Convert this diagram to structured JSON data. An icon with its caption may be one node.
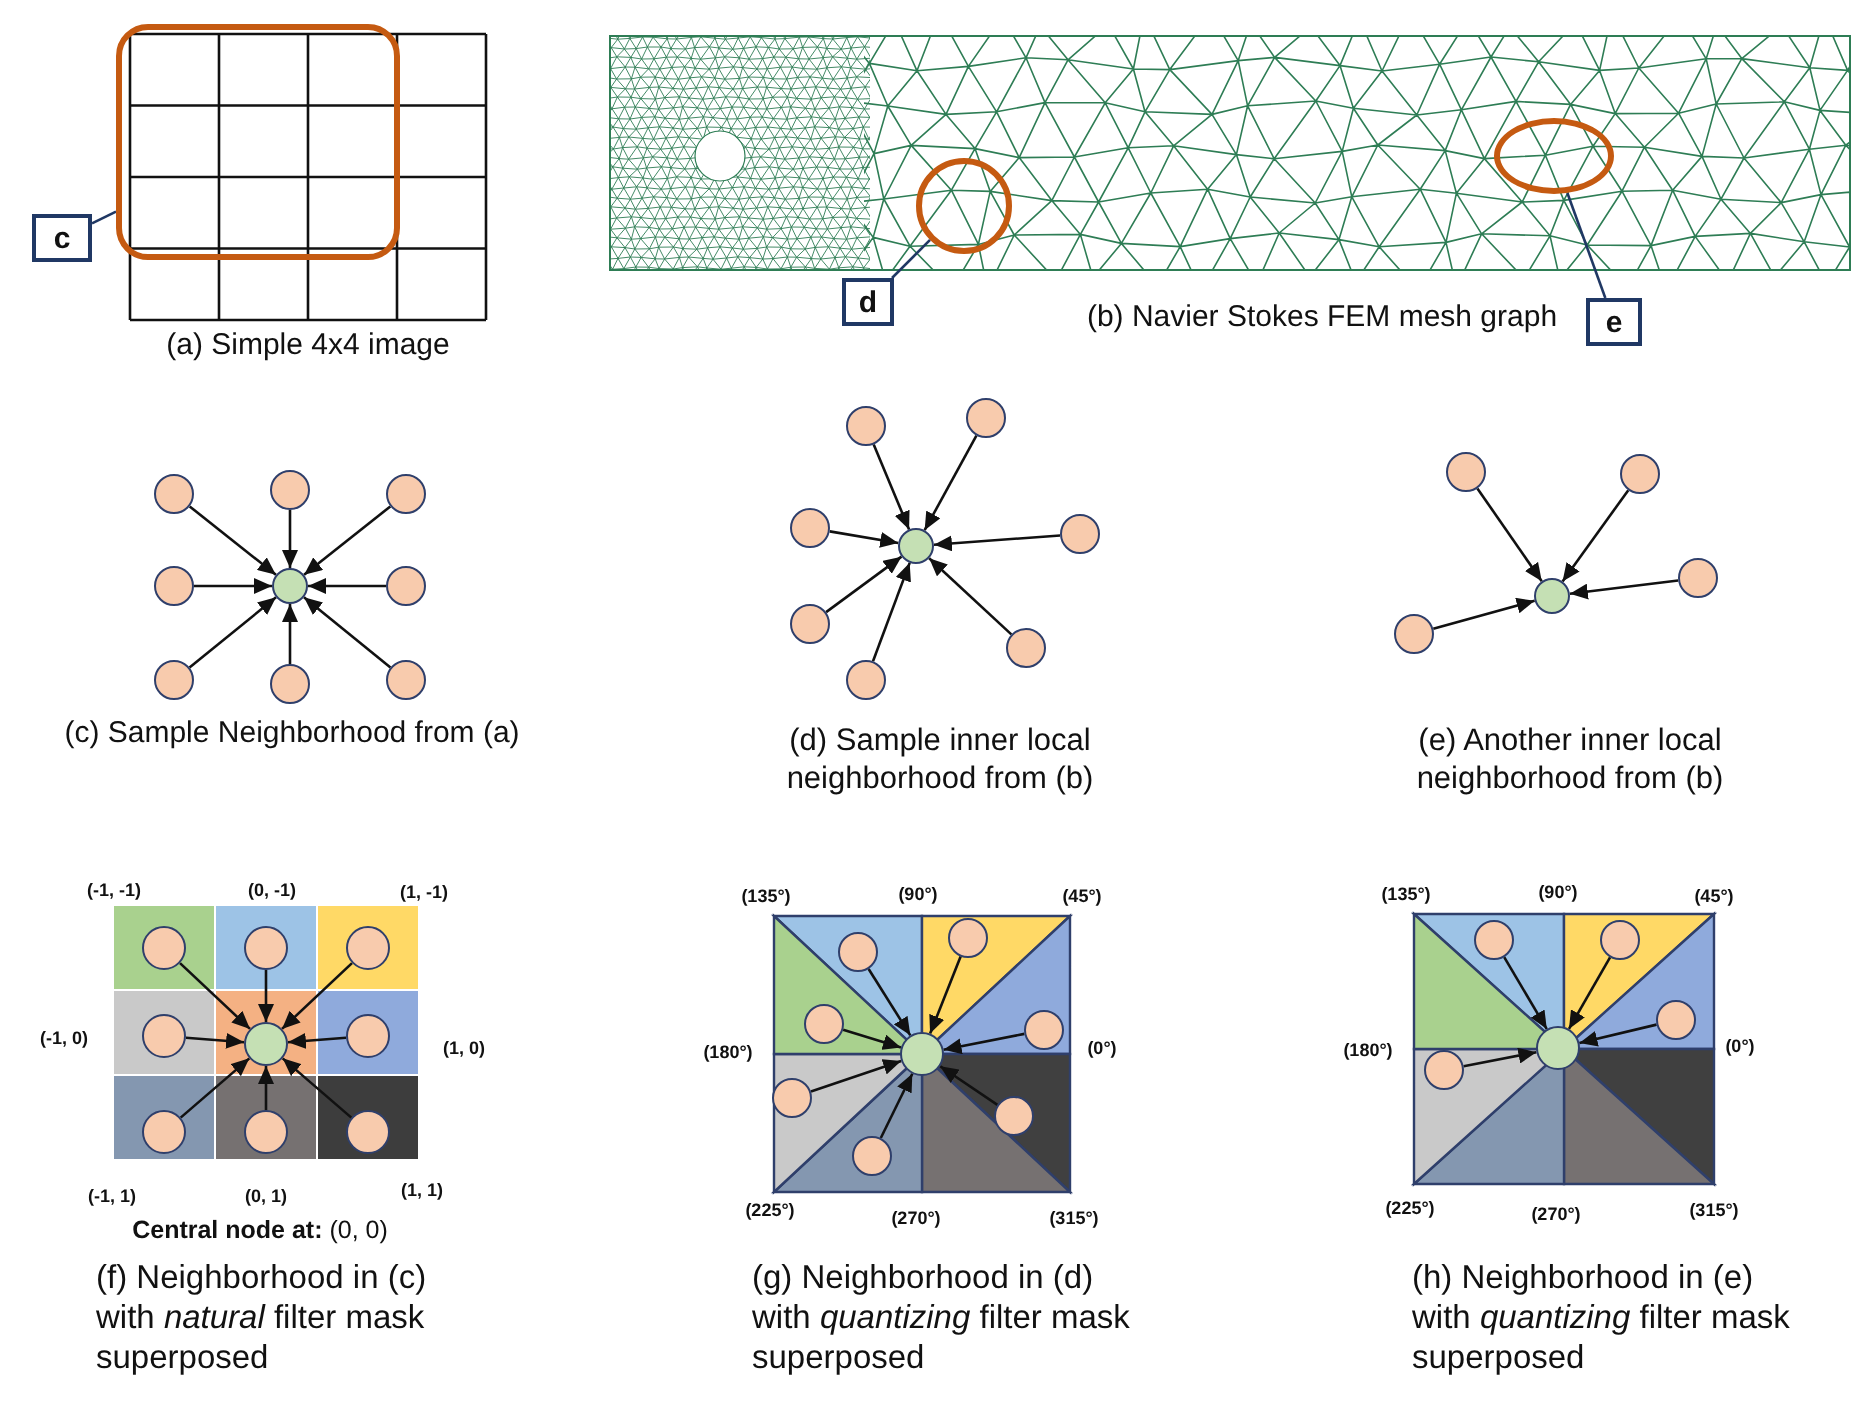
{
  "diagram": {
    "nodes": [
      {
        "text": [
          "c"
        ]
      },
      {
        "text": [],
        "shape": "box"
      },
      {
        "text": [
          "d"
        ]
      },
      {
        "text": [],
        "shape": "ellipse"
      },
      {
        "text": [
          "e"
        ]
      },
      {
        "text": [],
        "shape": "ellipse"
      },
      {
        "text": [],
        "shape": "circle"
      },
      {
        "text": [],
        "shape": "circle"
      },
      {
        "text": [],
        "shape": "circle"
      },
      {
        "text": [],
        "shape": "circle"
      },
      {
        "text": [],
        "shape": "circle"
      },
      {
        "text": [],
        "shape": "circle"
      },
      {
        "text": [],
        "shape": "circle"
      },
      {
        "text": [],
        "shape": "circle"
      },
      {
        "text": [],
        "shape": "circle"
      },
      {
        "text": [],
        "shape": "circle"
      },
      {
        "text": [],
        "shape": "circle"
      },
      {
        "text": [],
        "shape": "circle"
      },
      {
        "text": [],
        "shape": "circle"
      },
      {
        "text": [],
        "shape": "circle"
      },
      {
        "text": [],
        "shape": "circle"
      },
      {
        "text": [],
        "shape": "circle"
      },
      {
        "text": [],
        "shape": "circle"
      },
      {
        "text": [],
        "shape": "circle"
      },
      {
        "text": [],
        "shape": "circle"
      },
      {
        "text": [],
        "shape": "circle"
      },
      {
        "text": [],
        "shape": "circle"
      },
      {
        "text": [],
        "shape": "circle"
      },
      {
        "text": [],
        "shape": "circle"
      },
      {
        "text": [],
        "shape": "circle"
      },
      {
        "text": [],
        "shape": "circle"
      },
      {
        "text": [],
        "shape": "circle"
      },
      {
        "text": [],
        "shape": "circle"
      },
      {
        "text": [],
        "shape": "circle"
      },
      {
        "text": [],
        "shape": "circle"
      },
      {
        "text": [],
        "shape": "circle"
      },
      {
        "text": [],
        "shape": "circle"
      },
      {
        "text": [],
        "shape": "circle"
      },
      {
        "text": [],
        "shape": "circle"
      },
      {
        "text": [],
        "shape": "circle"
      },
      {
        "text": [],
        "shape": "circle"
      },
      {
        "text": [],
        "shape": "circle"
      },
      {
        "text": [],
        "shape": "circle"
      },
      {
        "text": [],
        "shape": "circle"
      },
      {
        "text": [],
        "shape": "circle"
      },
      {
        "text": [],
        "shape": "circle"
      },
      {
        "text": [],
        "shape": "circle"
      },
      {
        "text": [],
        "shape": "circle"
      },
      {
        "text": [],
        "shape": "circle"
      },
      {
        "text": [],
        "shape": "circle"
      }
    ],
    "edges": [
      {
        "from": 0,
        "to": 1,
        "arrow": "none",
        "color": "#203864"
      },
      {
        "from": 2,
        "to": 3,
        "arrow": "none",
        "color": "#203864"
      },
      {
        "from": 4,
        "to": 5,
        "arrow": "none",
        "color": "#203864"
      },
      {
        "from": 7,
        "to": 6,
        "arrow": "to"
      },
      {
        "from": 8,
        "to": 6,
        "arrow": "to"
      },
      {
        "from": 9,
        "to": 6,
        "arrow": "to"
      },
      {
        "from": 10,
        "to": 6,
        "arrow": "to"
      },
      {
        "from": 11,
        "to": 6,
        "arrow": "to"
      },
      {
        "from": 12,
        "to": 6,
        "arrow": "to"
      },
      {
        "from": 13,
        "to": 6,
        "arrow": "to"
      },
      {
        "from": 14,
        "to": 6,
        "arrow": "to"
      },
      {
        "from": 16,
        "to": 15,
        "arrow": "to"
      },
      {
        "from": 17,
        "to": 15,
        "arrow": "to"
      },
      {
        "from": 18,
        "to": 15,
        "arrow": "to"
      },
      {
        "from": 19,
        "to": 15,
        "arrow": "to"
      },
      {
        "from": 20,
        "to": 15,
        "arrow": "to"
      },
      {
        "from": 21,
        "to": 15,
        "arrow": "to"
      },
      {
        "from": 22,
        "to": 15,
        "arrow": "to"
      },
      {
        "from": 24,
        "to": 23,
        "arrow": "to"
      },
      {
        "from": 25,
        "to": 23,
        "arrow": "to"
      },
      {
        "from": 26,
        "to": 23,
        "arrow": "to"
      },
      {
        "from": 27,
        "to": 23,
        "arrow": "to"
      },
      {
        "from": 29,
        "to": 28,
        "arrow": "to"
      },
      {
        "from": 30,
        "to": 28,
        "arrow": "to"
      },
      {
        "from": 31,
        "to": 28,
        "arrow": "to"
      },
      {
        "from": 32,
        "to": 28,
        "arrow": "to"
      },
      {
        "from": 33,
        "to": 28,
        "arrow": "to"
      },
      {
        "from": 34,
        "to": 28,
        "arrow": "to"
      },
      {
        "from": 35,
        "to": 28,
        "arrow": "to"
      },
      {
        "from": 36,
        "to": 28,
        "arrow": "to"
      },
      {
        "from": 38,
        "to": 37,
        "arrow": "to"
      },
      {
        "from": 39,
        "to": 37,
        "arrow": "to"
      },
      {
        "from": 40,
        "to": 37,
        "arrow": "to"
      },
      {
        "from": 41,
        "to": 37,
        "arrow": "to"
      },
      {
        "from": 42,
        "to": 37,
        "arrow": "to"
      },
      {
        "from": 43,
        "to": 37,
        "arrow": "to"
      },
      {
        "from": 44,
        "to": 37,
        "arrow": "to"
      },
      {
        "from": 46,
        "to": 45,
        "arrow": "to"
      },
      {
        "from": 47,
        "to": 45,
        "arrow": "to"
      },
      {
        "from": 48,
        "to": 45,
        "arrow": "to"
      },
      {
        "from": 49,
        "to": 45,
        "arrow": "to"
      }
    ],
    "labels": [
      "(a) Simple 4x4 image",
      "(b) Navier Stokes FEM mesh graph",
      "(c) Sample Neighborhood from (a)",
      "(d) Sample inner local neighborhood from (b)",
      "(e) Another inner local neighborhood from (b)",
      "(-1, -1)",
      "(0, -1)",
      "(1, -1)",
      "(-1, 0)",
      "(1, 0)",
      "(-1, 1)",
      "(0, 1)",
      "(1, 1)",
      "**Central node at:** (0, 0)",
      "(f) Neighborhood in (c) with *natural* filter mask superposed",
      "(135°)",
      "(90°)",
      "(45°)",
      "(180°)",
      "(0°)",
      "(225°)",
      "(270°)",
      "(315°)",
      "(g) Neighborhood in (d) with *quantizing* filter mask superposed",
      "(135°)",
      "(90°)",
      "(45°)",
      "(180°)",
      "(0°)",
      "(225°)",
      "(270°)",
      "(315°)",
      "(h) Neighborhood in (e) with *quantizing* filter mask superposed"
    ]
  }
}
